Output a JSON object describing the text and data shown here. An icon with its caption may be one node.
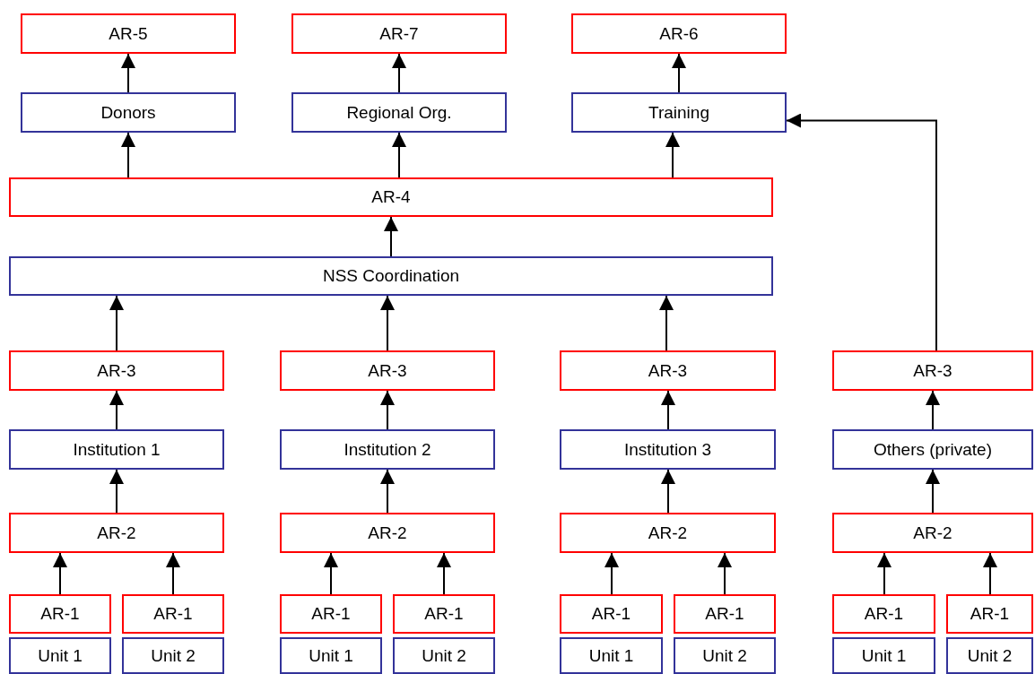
{
  "diagram": {
    "nodes": [
      {
        "text": [
          "AR-5"
        ]
      },
      {
        "text": [
          "AR-7"
        ]
      },
      {
        "text": [
          "AR-6"
        ]
      },
      {
        "text": [
          "Donors"
        ]
      },
      {
        "text": [
          "Regional Org."
        ]
      },
      {
        "text": [
          "Training"
        ]
      },
      {
        "text": [
          "AR-4"
        ]
      },
      {
        "text": [
          "NSS Coordination"
        ]
      },
      {
        "text": [
          "AR-3"
        ]
      },
      {
        "text": [
          "AR-3"
        ]
      },
      {
        "text": [
          "AR-3"
        ]
      },
      {
        "text": [
          "AR-3"
        ]
      },
      {
        "text": [
          "Institution 1"
        ]
      },
      {
        "text": [
          "Institution 2"
        ]
      },
      {
        "text": [
          "Institution 3"
        ]
      },
      {
        "text": [
          "Others (private)"
        ]
      },
      {
        "text": [
          "AR-2"
        ]
      },
      {
        "text": [
          "AR-2"
        ]
      },
      {
        "text": [
          "AR-2"
        ]
      },
      {
        "text": [
          "AR-2"
        ]
      },
      {
        "text": [
          "AR-1"
        ]
      },
      {
        "text": [
          "AR-1"
        ]
      },
      {
        "text": [
          "AR-1"
        ]
      },
      {
        "text": [
          "AR-1"
        ]
      },
      {
        "text": [
          "AR-1"
        ]
      },
      {
        "text": [
          "AR-1"
        ]
      },
      {
        "text": [
          "AR-1"
        ]
      },
      {
        "text": [
          "AR-1"
        ]
      },
      {
        "text": [
          "Unit 1"
        ]
      },
      {
        "text": [
          "Unit 2"
        ]
      },
      {
        "text": [
          "Unit 1"
        ]
      },
      {
        "text": [
          "Unit 2"
        ]
      },
      {
        "text": [
          "Unit 1"
        ]
      },
      {
        "text": [
          "Unit 2"
        ]
      },
      {
        "text": [
          "Unit 1"
        ]
      },
      {
        "text": [
          "Unit 2"
        ]
      }
    ],
    "edges": [
      {
        "from": 3,
        "to": 0,
        "arrow": "to"
      },
      {
        "from": 4,
        "to": 1,
        "arrow": "to"
      },
      {
        "from": 5,
        "to": 2,
        "arrow": "to"
      },
      {
        "from": 6,
        "to": 3,
        "arrow": "to"
      },
      {
        "from": 6,
        "to": 4,
        "arrow": "to"
      },
      {
        "from": 6,
        "to": 5,
        "arrow": "to"
      },
      {
        "from": 7,
        "to": 6,
        "arrow": "to"
      },
      {
        "from": 8,
        "to": 7,
        "arrow": "to"
      },
      {
        "from": 9,
        "to": 7,
        "arrow": "to"
      },
      {
        "from": 10,
        "to": 7,
        "arrow": "to"
      },
      {
        "from": 11,
        "to": 5,
        "arrow": "to"
      },
      {
        "from": 12,
        "to": 8,
        "arrow": "to"
      },
      {
        "from": 13,
        "to": 9,
        "arrow": "to"
      },
      {
        "from": 14,
        "to": 10,
        "arrow": "to"
      },
      {
        "from": 15,
        "to": 11,
        "arrow": "to"
      },
      {
        "from": 16,
        "to": 12,
        "arrow": "to"
      },
      {
        "from": 17,
        "to": 13,
        "arrow": "to"
      },
      {
        "from": 18,
        "to": 14,
        "arrow": "to"
      },
      {
        "from": 19,
        "to": 15,
        "arrow": "to"
      },
      {
        "from": 20,
        "to": 16,
        "arrow": "to"
      },
      {
        "from": 21,
        "to": 16,
        "arrow": "to"
      },
      {
        "from": 22,
        "to": 17,
        "arrow": "to"
      },
      {
        "from": 23,
        "to": 17,
        "arrow": "to"
      },
      {
        "from": 24,
        "to": 18,
        "arrow": "to"
      },
      {
        "from": 25,
        "to": 18,
        "arrow": "to"
      },
      {
        "from": 26,
        "to": 19,
        "arrow": "to"
      },
      {
        "from": 27,
        "to": 19,
        "arrow": "to"
      }
    ]
  }
}
